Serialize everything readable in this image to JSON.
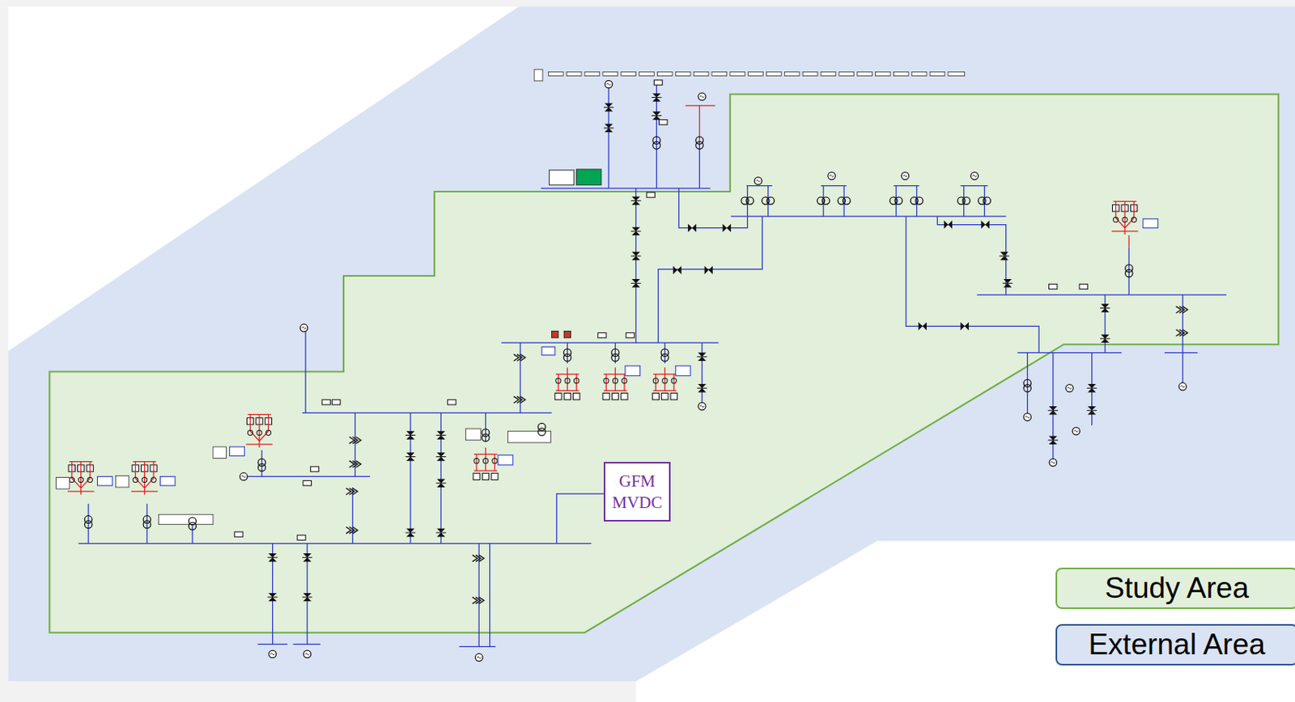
{
  "diagram": {
    "nodes": [
      {
        "text": [
          "GFM MVDC"
        ]
      }
    ],
    "legend": [
      {
        "text": "Study Area",
        "color": "#e2efda"
      },
      {
        "text": "External Area",
        "color": "#dae3f3"
      }
    ]
  }
}
